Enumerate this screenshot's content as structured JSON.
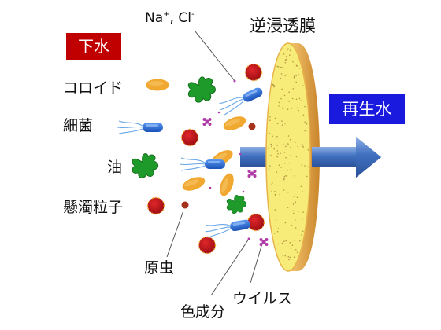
{
  "badges": {
    "sewage": {
      "label": "下水",
      "color": "#c00000"
    },
    "recycled": {
      "label": "再生水",
      "color": "#1a1adf"
    }
  },
  "membrane_label": "逆浸透膜",
  "ion_label": "Na",
  "ion_label_sup1": "+",
  "ion_label_mid": ", Cl",
  "ion_label_sup2": "-",
  "contaminants": {
    "colloid": "コロイド",
    "bacteria": "細菌",
    "oil": "油",
    "suspended": "懸濁粒子",
    "protozoa": "原虫",
    "color": "色成分",
    "virus": "ウイルス"
  },
  "colors": {
    "membrane_face": "#f7ec7a",
    "membrane_edge": "#e0a43a",
    "arrow": "#4a78bf",
    "colloid": "#f0a830",
    "bacterium": "#2a6fd8",
    "oil": "#1e9a2a",
    "particle": "#c0141a",
    "protozoa": "#a5321a",
    "virus": "#b03aa8"
  }
}
